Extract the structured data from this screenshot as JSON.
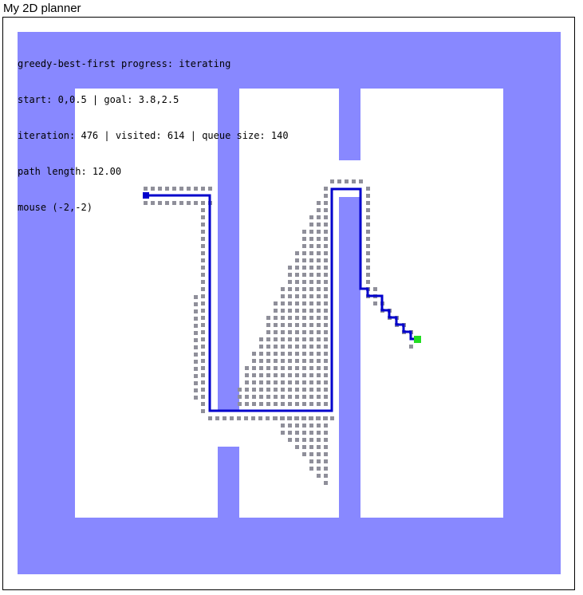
{
  "window": {
    "title": "My 2D planner"
  },
  "info": {
    "line1": "greedy-best-first progress: iterating",
    "line2": "start: 0,0.5 | goal: 3.8,2.5",
    "line3": "iteration: 476 | visited: 614 | queue size: 140",
    "line4": "path length: 12.00",
    "line5": "mouse (-2,-2)"
  },
  "colors": {
    "obstacle": "#8888ff",
    "free": "#ffffff",
    "visited": "#8f8f9a",
    "path": "#0000cc",
    "start": "#0000cc",
    "goal": "#22dd22"
  }
}
